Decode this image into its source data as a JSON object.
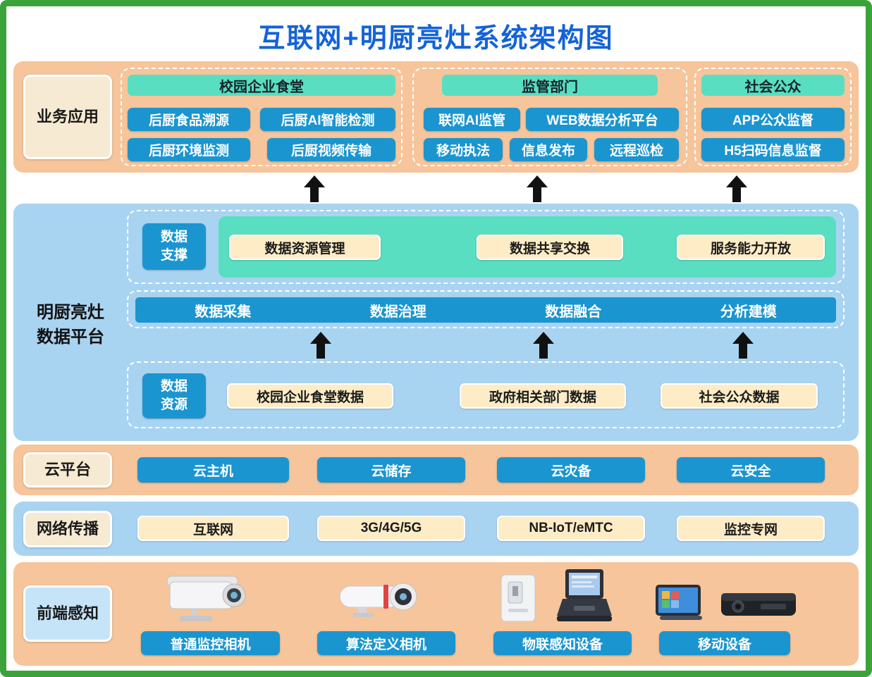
{
  "title": "互联网+明厨亮灶系统架构图",
  "colors": {
    "frame_green": "#3aa43a",
    "title_blue": "#1463d8",
    "band_orange": "#f6c59b",
    "band_blue": "#a9d4f1",
    "teal": "#5adec1",
    "button_blue": "#1b95cf",
    "button_cream": "#fdecc6",
    "label_cream": "#f7ead2",
    "label_light_blue": "#c6e4f8",
    "arrow_black": "#111111"
  },
  "business": {
    "label": "业务应用",
    "groups": [
      {
        "header": "校园企业食堂",
        "buttons": [
          "后厨食品溯源",
          "后厨AI智能检测",
          "后厨环境监测",
          "后厨视频传输"
        ]
      },
      {
        "header": "监管部门",
        "buttons": [
          "联网AI监管",
          "WEB数据分析平台",
          "移动执法",
          "信息发布",
          "远程巡检"
        ]
      },
      {
        "header": "社会公众",
        "buttons": [
          "APP公众监督",
          "H5扫码信息监督"
        ]
      }
    ]
  },
  "platform": {
    "label": "明厨亮灶\n数据平台",
    "support_tag": "数据\n支撑",
    "support_items": [
      "数据资源管理",
      "数据共享交换",
      "服务能力开放"
    ],
    "process_items": [
      "数据采集",
      "数据治理",
      "数据融合",
      "分析建模"
    ],
    "resource_tag": "数据\n资源",
    "resource_items": [
      "校园企业食堂数据",
      "政府相关部门数据",
      "社会公众数据"
    ]
  },
  "cloud": {
    "label": "云平台",
    "items": [
      "云主机",
      "云储存",
      "云灾备",
      "云安全"
    ]
  },
  "network": {
    "label": "网络传播",
    "items": [
      "互联网",
      "3G/4G/5G",
      "NB-IoT/eMTC",
      "监控专网"
    ]
  },
  "frontend": {
    "label": "前端感知",
    "items": [
      "普通监控相机",
      "算法定义相机",
      "物联感知设备",
      "移动设备"
    ],
    "icons": [
      "cctv-camera",
      "bullet-camera",
      "iot-device",
      "pos-terminal",
      "tablet-device",
      "dvr-box"
    ]
  }
}
